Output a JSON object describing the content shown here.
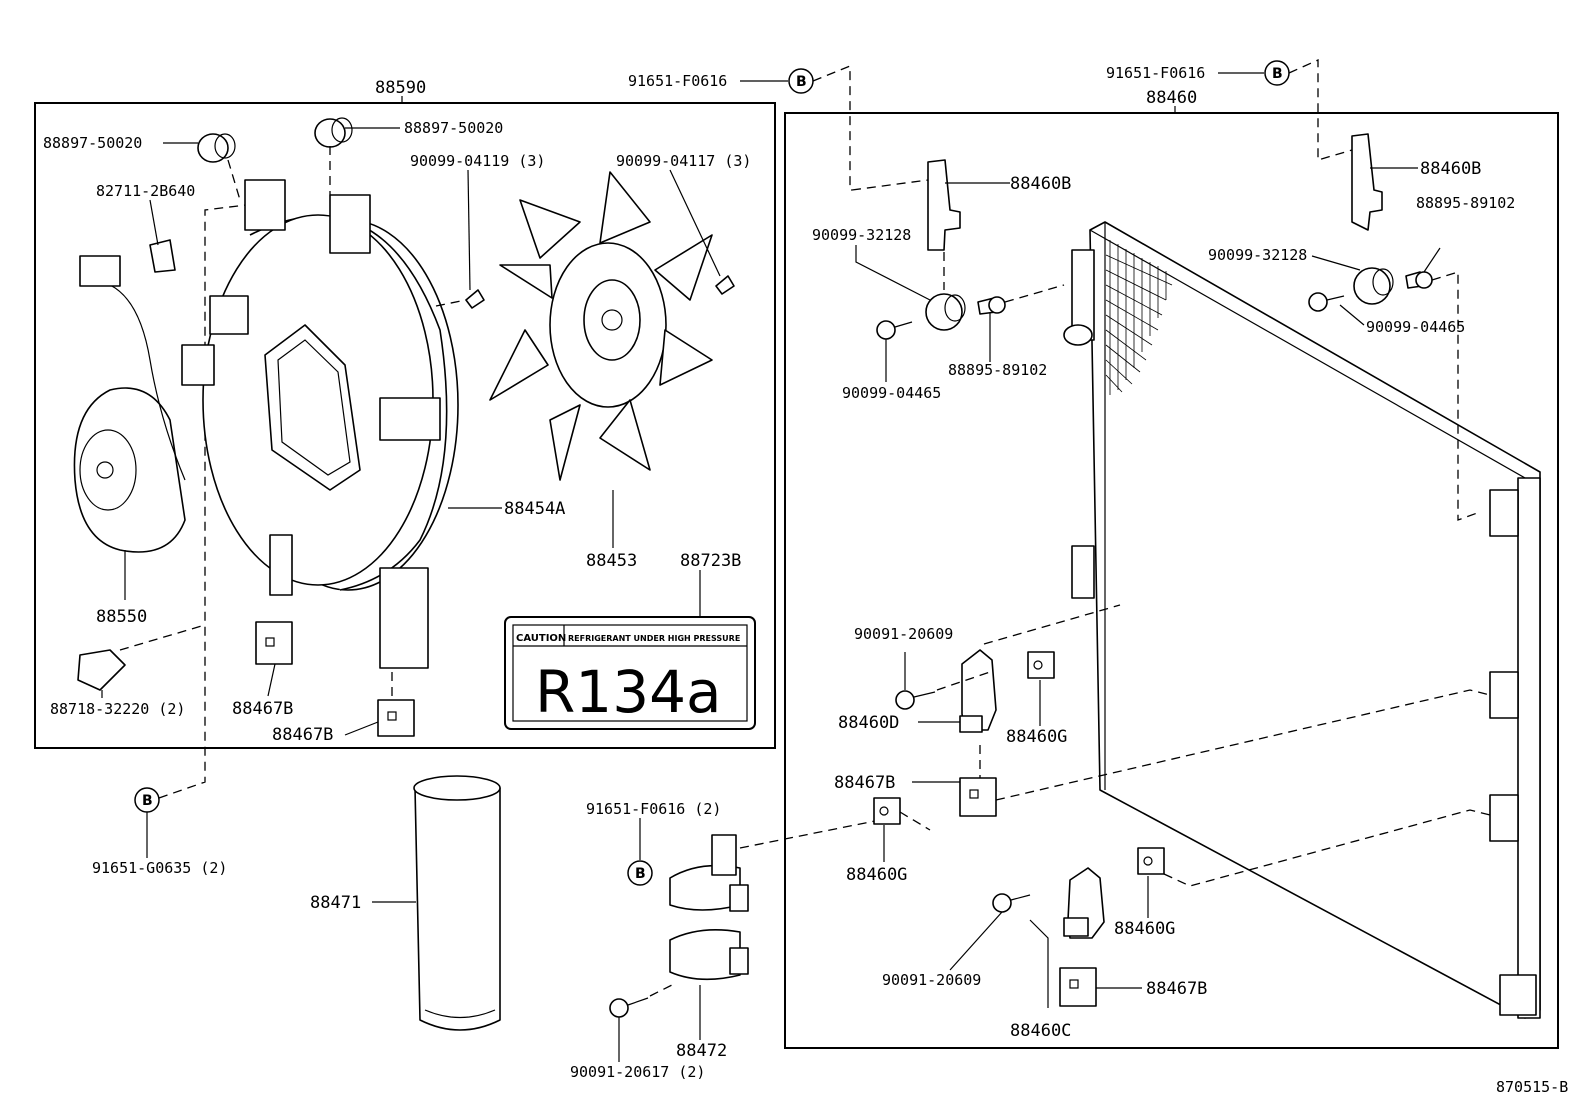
{
  "assemblies": {
    "fan_shroud": "88590",
    "condenser": "88460"
  },
  "ref_marker": "B",
  "ref_links": {
    "left_top": "91651-F0616",
    "right_top": "91651-F0616",
    "bottom_left": "91651-G0635 (2)",
    "bottom_mid": "91651-F0616 (2)"
  },
  "fan_parts": {
    "cushion_left": "88897-50020",
    "cushion_right": "88897-50020",
    "clip": "82711-2B640",
    "screw_a": "90099-04119 (3)",
    "screw_b": "90099-04117 (3)",
    "fan": "88453",
    "shroud": "88454A",
    "motor": "88550",
    "clamp": "88718-32220 (2)",
    "bracket_a": "88467B",
    "bracket_b": "88467B",
    "label_part": "88723B"
  },
  "caution_label": {
    "word": "CAUTION",
    "message": "REFRIGERANT UNDER HIGH PRESSURE",
    "refrigerant": "R134a"
  },
  "condenser_parts": {
    "bracket_left": "88460B",
    "bracket_right": "88460B",
    "cushion_left": "90099-32128",
    "cushion_right": "90099-32128",
    "bolt_left": "90099-04465",
    "bolt_right": "90099-04465",
    "pin_left": "88895-89102",
    "pin_right": "88895-89102",
    "screw_upper": "90091-20609",
    "screw_lower": "90091-20609",
    "bracket_d": "88460D",
    "nut_g_upper": "88460G",
    "nut_g_mid": "88460G",
    "nut_g_lower": "88460G",
    "bracket_b_mid": "88467B",
    "bracket_b_low": "88467B",
    "bracket_c": "88460C"
  },
  "receiver_parts": {
    "receiver": "88471",
    "clamp": "88472",
    "screw": "90091-20617 (2)"
  },
  "diagram_code": "870515-B"
}
